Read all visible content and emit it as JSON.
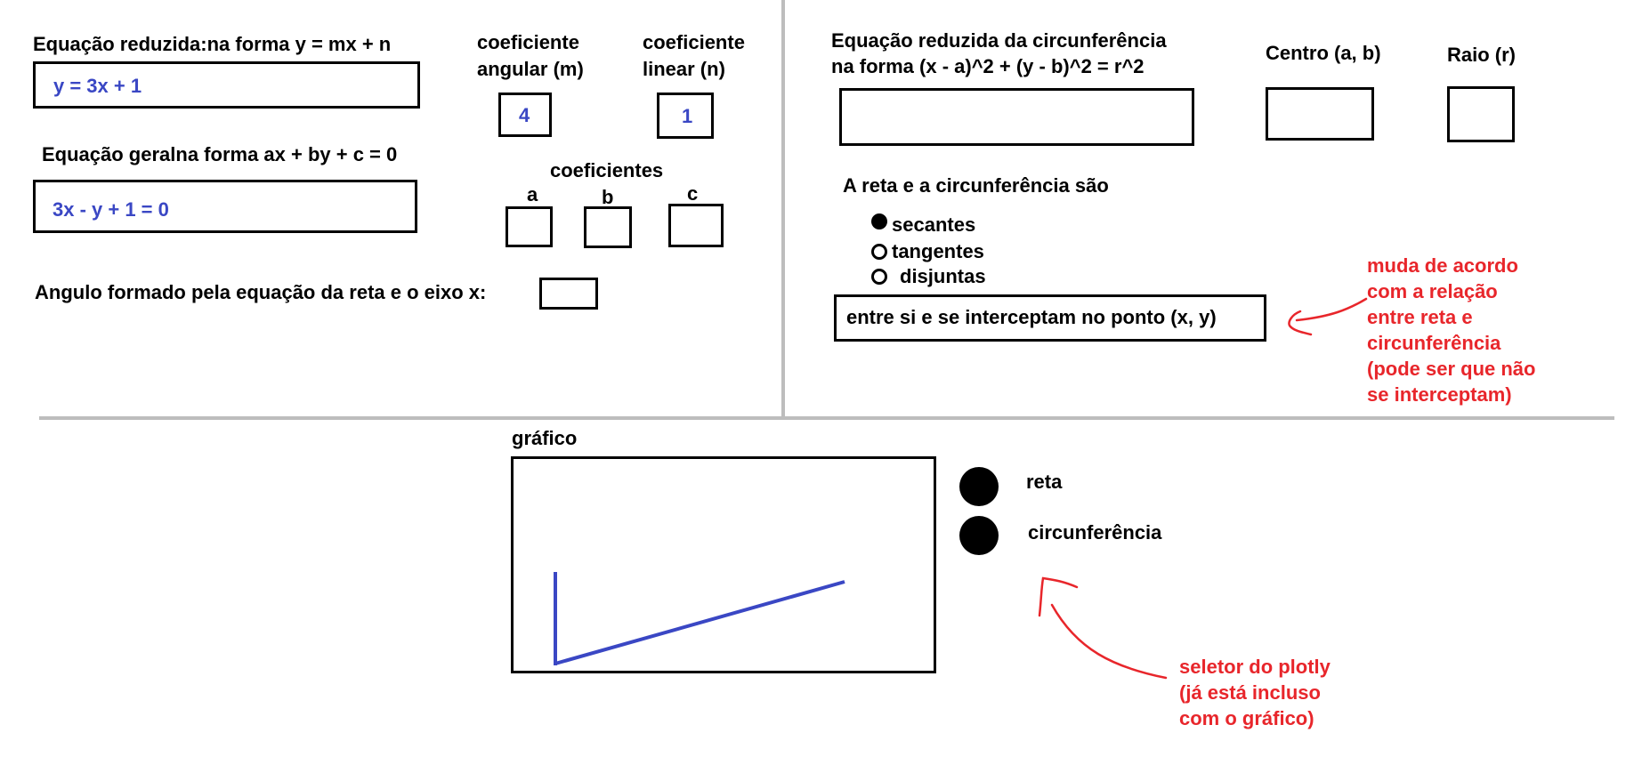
{
  "reduced_eq": {
    "label": "Equação reduzida:na forma y = mx + n",
    "value": "y = 3x + 1"
  },
  "angular_coef": {
    "label_1": "coeficiente",
    "label_2": "angular (m)",
    "value": "4"
  },
  "linear_coef": {
    "label_1": "coeficiente",
    "label_2": "linear (n)",
    "value": "1"
  },
  "general_eq": {
    "label": "Equação geralna forma ax + by + c = 0",
    "value": "3x - y + 1 = 0"
  },
  "coefficients": {
    "title": "coeficientes",
    "a": "a",
    "b": "b",
    "c": "c"
  },
  "angle": {
    "label": "Angulo formado pela equação da reta e o eixo x:"
  },
  "circle_eq": {
    "label_1": "Equação reduzida da circunferência",
    "label_2": "na forma (x - a)^2 + (y - b)^2 = r^2"
  },
  "center": {
    "label": "Centro (a, b)"
  },
  "radius": {
    "label": "Raio (r)"
  },
  "relation": {
    "title": "A reta e a circunferência são",
    "options": [
      {
        "label": "secantes",
        "selected": true
      },
      {
        "label": "tangentes",
        "selected": false
      },
      {
        "label": "disjuntas",
        "selected": false
      }
    ],
    "result": "entre si e se interceptam no ponto (x, y)"
  },
  "note_relation": [
    "muda de acordo",
    "com a relação",
    "entre reta e",
    "circunferência",
    "(pode ser que não",
    "se interceptam)"
  ],
  "graph": {
    "title": "gráfico",
    "line_color": "#3a47c4"
  },
  "selector": {
    "reta": "reta",
    "circunferencia": "circunferência"
  },
  "note_selector": [
    "seletor do plotly",
    "(já está incluso",
    "com o gráfico)"
  ],
  "colors": {
    "value": "#3a47c4",
    "annotation": "#e8262b"
  }
}
